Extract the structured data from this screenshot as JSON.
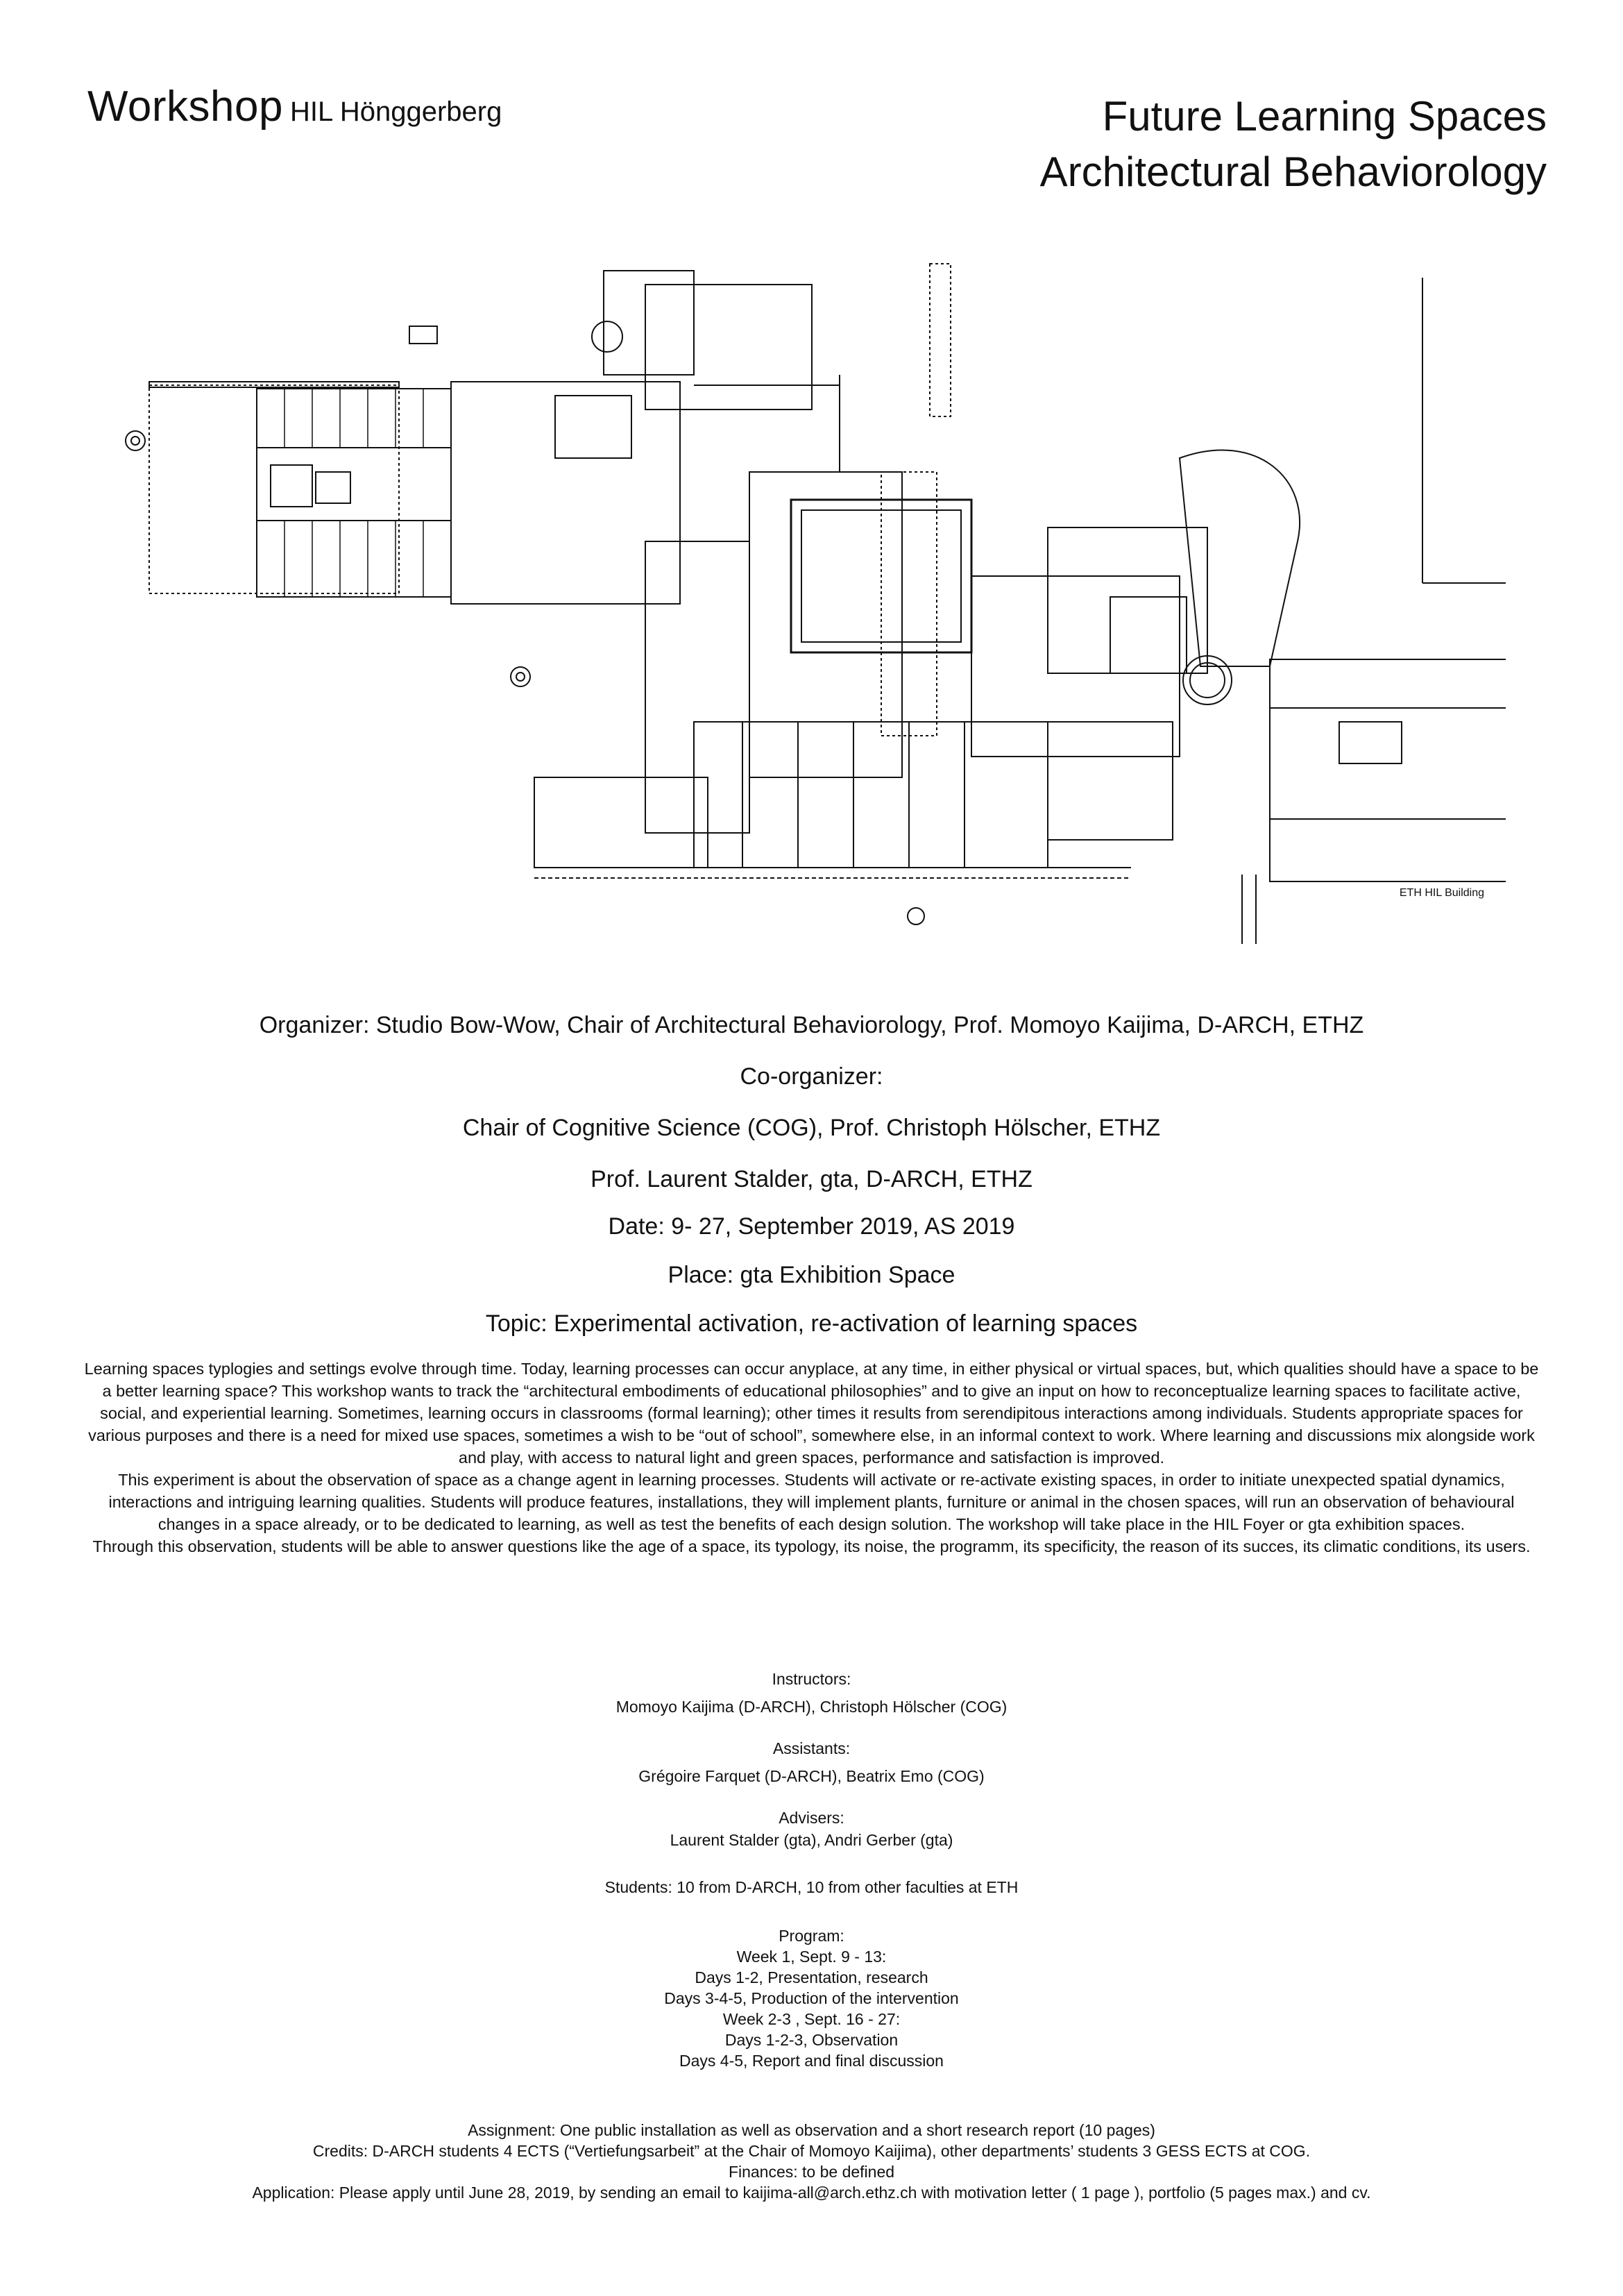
{
  "header": {
    "workshop": "Workshop",
    "location": "HIL Hönggerberg",
    "title_line1": "Future Learning Spaces",
    "title_line2": "Architectural Behaviorology"
  },
  "plan_caption": "ETH HIL Building",
  "organizers": {
    "organizer": "Organizer: Studio Bow-Wow, Chair of Architectural Behaviorology, Prof. Momoyo Kaijima, D-ARCH, ETHZ",
    "coorganizer_label": "Co-organizer:",
    "coorganizer_1": "Chair of Cognitive Science (COG), Prof. Christoph Hölscher, ETHZ",
    "coorganizer_2": "Prof. Laurent Stalder, gta, D-ARCH, ETHZ",
    "date": "Date: 9- 27, September 2019, AS 2019",
    "place": "Place:  gta Exhibition Space",
    "topic": "Topic: Experimental activation, re-activation of learning spaces"
  },
  "description": {
    "para1": "Learning spaces typlogies and settings evolve through time. Today, learning processes can occur anyplace, at any time, in either physical or virtual spaces, but, which qualities should have a space to be a better learning space? This workshop wants to track the “architectural embodiments of educational philosophies” and to give an input on how to reconceptualize learning spaces to facilitate active, social, and experiential learning. Sometimes, learning occurs in classrooms (formal learning); other times it results from serendipitous interactions among individuals. Students appropriate spaces for various purposes and there is a need for mixed use spaces, sometimes a wish to be “out of school”, somewhere else, in an informal context to work. Where learning and discussions mix alongside work and play, with access to natural light and green spaces, performance and satisfaction is improved.",
    "para2": "This experiment is about the observation of space as a change agent in learning processes. Students will activate or re-activate existing spaces, in order to initiate unexpected spatial dynamics, interactions and intriguing learning qualities. Students will produce features, installations, they will implement plants, furniture or animal in the chosen spaces, will run an observation of behavioural changes in a space already, or to be dedicated to learning, as well as test the benefits of each design solution. The workshop will take place in the HIL Foyer or gta exhibition spaces.",
    "para3": "Through this observation, students will be able to answer questions like the age of a space, its typology, its noise, the programm, its specificity, the reason of its succes, its climatic conditions, its users."
  },
  "people": {
    "instructors_label": "Instructors:",
    "instructors": "Momoyo Kaijima (D-ARCH), Christoph Hölscher (COG)",
    "assistants_label": "Assistants:",
    "assistants": "Grégoire Farquet (D-ARCH), Beatrix Emo (COG)",
    "advisers_label": "Advisers:",
    "advisers": "Laurent Stalder (gta), Andri Gerber (gta)",
    "students": "Students: 10 from D-ARCH, 10 from other faculties at ETH"
  },
  "program": {
    "label": "Program:",
    "lines": [
      "Week 1, Sept. 9 - 13:",
      "Days 1-2, Presentation, research",
      "Days 3-4-5, Production of the intervention",
      "Week 2-3 , Sept. 16 - 27:",
      "Days 1-2-3, Observation",
      "Days 4-5, Report and final discussion"
    ]
  },
  "footer": {
    "assignment": "Assignment: One public installation as well as observation and  a short research report (10 pages)",
    "credits": "Credits: D-ARCH students 4 ECTS (“Vertiefungsarbeit” at the Chair of Momoyo Kaijima),  other departments’ students 3 GESS ECTS at COG.",
    "finances": "Finances: to be defined",
    "application": "Application: Please apply until June 28, 2019, by sending an email to kaijima-all@arch.ethz.ch with motivation letter ( 1 page ), portfolio (5 pages max.) and cv."
  }
}
